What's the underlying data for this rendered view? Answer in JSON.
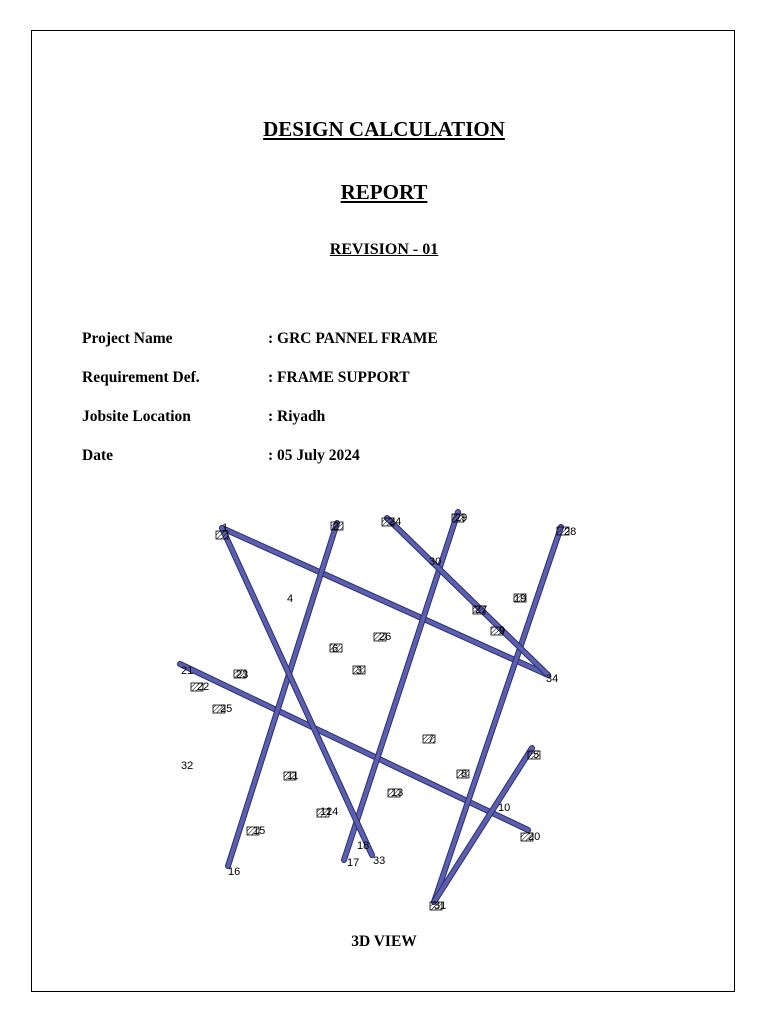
{
  "report": {
    "title_line1": "DESIGN CALCULATION",
    "title_line2": "REPORT",
    "revision": "REVISION - 01"
  },
  "details": [
    {
      "label": "Project Name",
      "value": ": GRC PANNEL FRAME"
    },
    {
      "label": "Requirement Def.",
      "value": ": FRAME SUPPORT"
    },
    {
      "label": "Jobsite Location",
      "value": ": Riyadh"
    },
    {
      "label": "Date",
      "value": ": 05 July 2024"
    }
  ],
  "figure": {
    "caption": "3D VIEW",
    "member_color": "#5a5fb0",
    "node_labels": [
      "9",
      "21",
      "22",
      "23",
      "24",
      "25",
      "26",
      "27",
      "28",
      "29",
      "30",
      "32",
      "33",
      "34",
      "1",
      "2",
      "3",
      "4",
      "5",
      "6",
      "7",
      "8",
      "10",
      "11",
      "12",
      "13",
      "14",
      "15",
      "16",
      "17",
      "18",
      "19",
      "20",
      "31"
    ]
  }
}
